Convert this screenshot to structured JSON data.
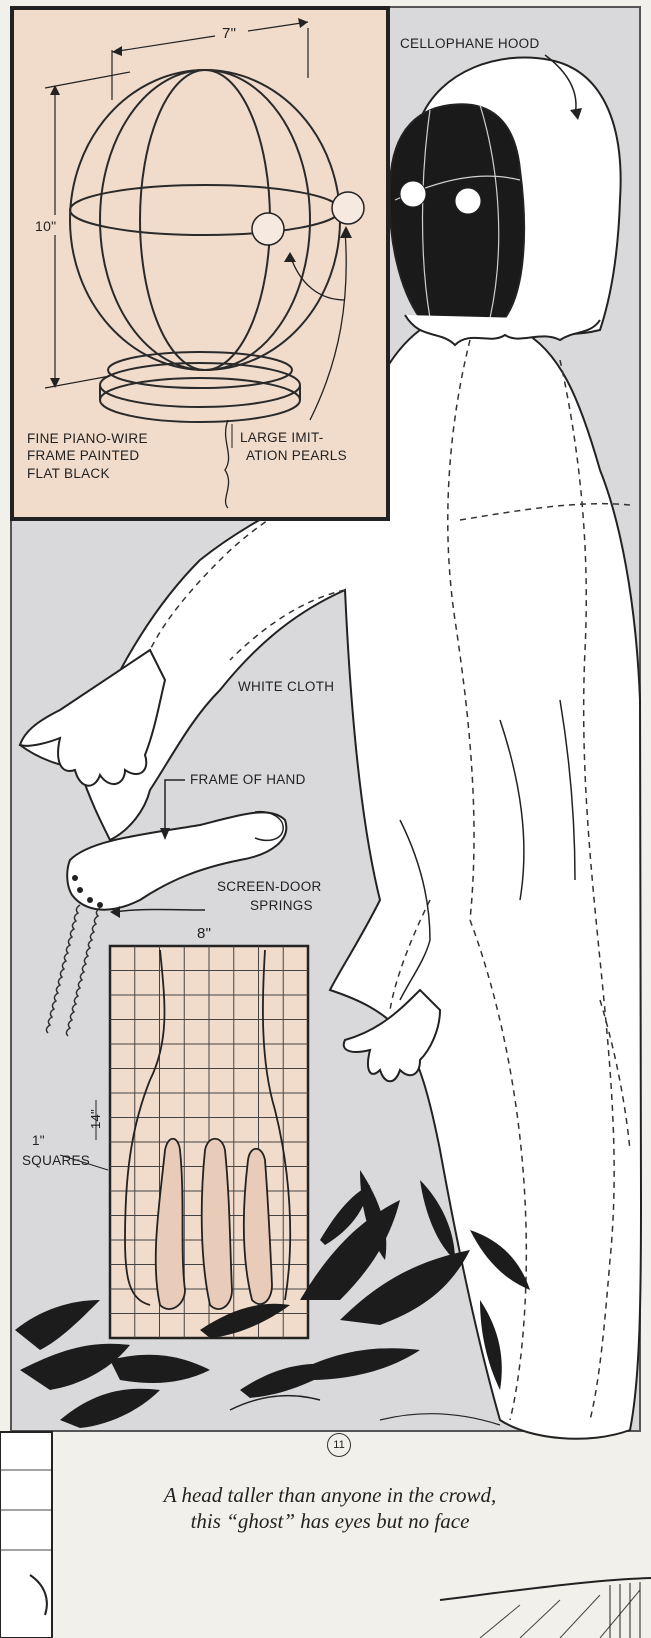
{
  "labels": {
    "cellophane_hood": "CELLOPHANE HOOD",
    "width_dim": "7\"",
    "height_dim": "10\"",
    "fine_piano_wire_1": "FINE PIANO-WIRE",
    "fine_piano_wire_2": "FRAME PAINTED",
    "fine_piano_wire_3": "FLAT BLACK",
    "pearls_1": "LARGE IMIT-",
    "pearls_2": "ATION PEARLS",
    "white_cloth": "WHITE CLOTH",
    "frame_of_hand": "FRAME OF HAND",
    "screen_door_1": "SCREEN-DOOR",
    "screen_door_2": "SPRINGS",
    "grid_width": "8\"",
    "grid_height": "14\"",
    "squares_1": "1\"",
    "squares_2": "SQUARES"
  },
  "figure_number": "11",
  "caption_line1": "A head taller than anyone in the crowd,",
  "caption_line2": "this “ghost” has eyes but no face"
}
